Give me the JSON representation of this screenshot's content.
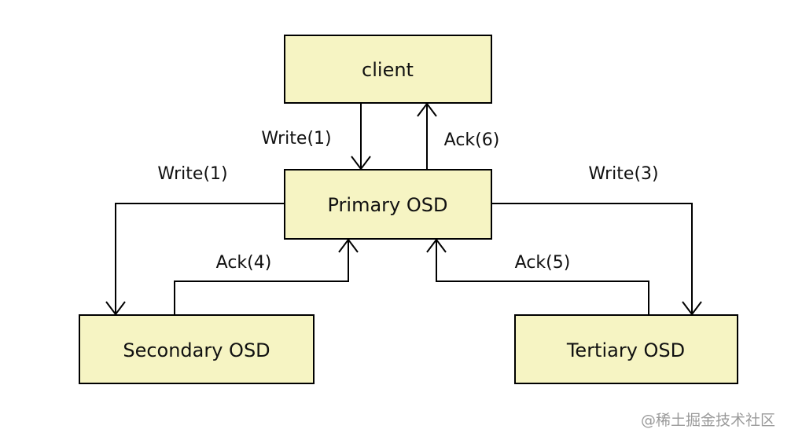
{
  "colors": {
    "node_fill": "#f6f4c3",
    "node_stroke": "#000000",
    "edge": "#000000",
    "text": "#111111",
    "watermark": "#9a9a9a"
  },
  "nodes": {
    "client": "client",
    "primary": "Primary OSD",
    "secondary": "Secondary OSD",
    "tertiary": "Tertiary OSD"
  },
  "edges": {
    "client_to_primary": "Write(1)",
    "primary_to_client": "Ack(6)",
    "primary_to_secondary": "Write(1)",
    "secondary_to_primary": "Ack(4)",
    "primary_to_tertiary": "Write(3)",
    "tertiary_to_primary": "Ack(5)"
  },
  "watermark": "@稀土掘金技术社区"
}
